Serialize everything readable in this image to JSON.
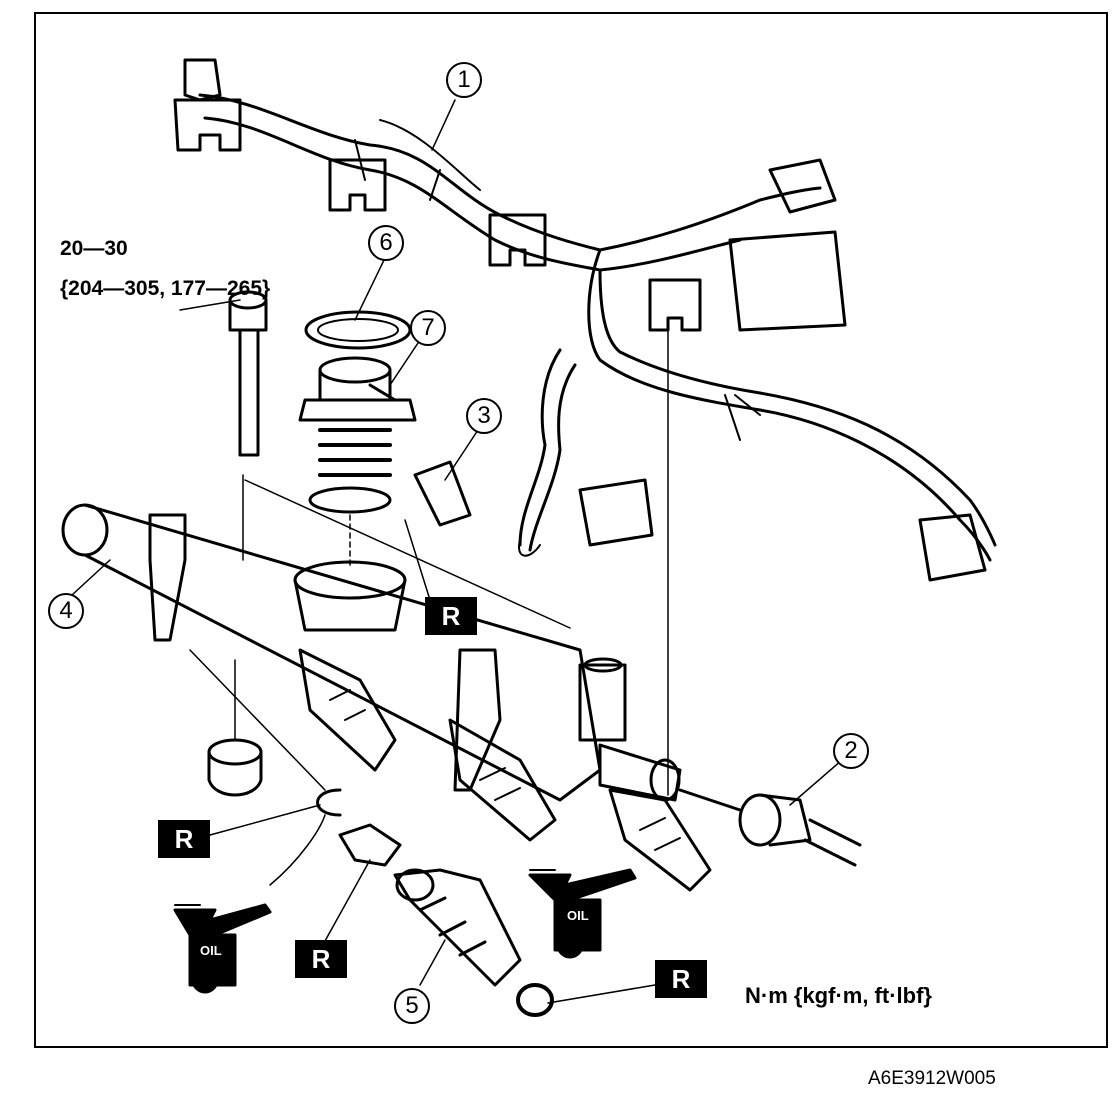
{
  "torque_spec": {
    "line1": "20—30",
    "line2": "{204—305, 177—265}"
  },
  "callouts": [
    "1",
    "2",
    "3",
    "4",
    "5",
    "6",
    "7"
  ],
  "replace_marker": "R",
  "oil_marker": "OIL",
  "units_note": "N·m {kgf·m, ft·lbf}",
  "figure_code": "A6E3912W005"
}
